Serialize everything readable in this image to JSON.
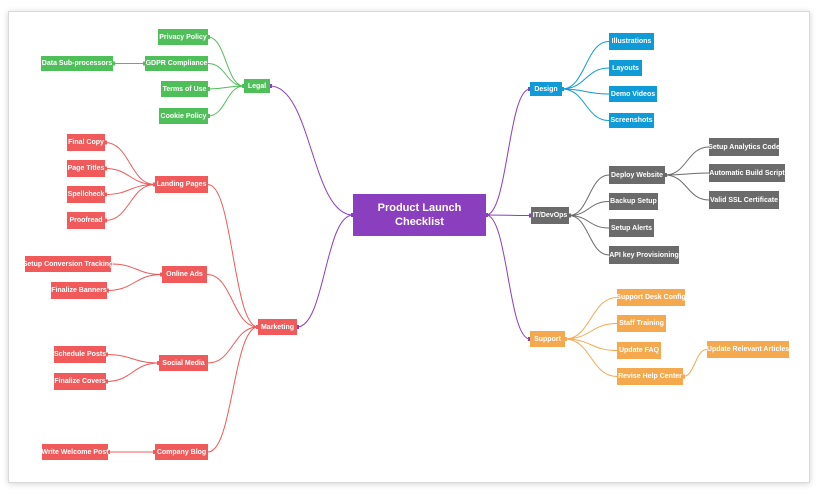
{
  "root": {
    "line1": "Product Launch",
    "line2": "Checklist"
  },
  "colors": {
    "root": "#8a3fbf",
    "legal": "#4fbf5a",
    "design": "#0f9ad8",
    "itdevops": "#6b6b6b",
    "support": "#f5a94f",
    "marketing": "#f05a5a"
  },
  "branches": {
    "legal": {
      "label": "Legal",
      "children": [
        "Privacy Policy",
        "GDPR Compliance",
        "Terms of Use",
        "Cookie Policy"
      ],
      "gdpr_child": "Data Sub-processors"
    },
    "design": {
      "label": "Design",
      "children": [
        "Illustrations",
        "Layouts",
        "Demo Videos",
        "Screenshots"
      ]
    },
    "itdevops": {
      "label": "IT/DevOps",
      "children": [
        "Deploy Website",
        "Backup Setup",
        "Setup Alerts",
        "API key Provisioning"
      ],
      "deploy_children": [
        "Setup Analytics Code",
        "Automatic Build Script",
        "Valid SSL Certificate"
      ]
    },
    "support": {
      "label": "Support",
      "children": [
        "Support Desk Config",
        "Staff Training",
        "Update FAQ",
        "Revise Help Center"
      ],
      "help_child": "Update Relevant Articles"
    },
    "marketing": {
      "label": "Marketing",
      "landing": {
        "label": "Landing Pages",
        "children": [
          "Final Copy",
          "Page Titles",
          "Spellcheck",
          "Proofread"
        ]
      },
      "ads": {
        "label": "Online Ads",
        "children": [
          "Setup Conversion Tracking",
          "Finalize Banners"
        ]
      },
      "social": {
        "label": "Social Media",
        "children": [
          "Schedule Posts",
          "Finalize Covers"
        ]
      },
      "blog": {
        "label": "Company Blog",
        "children": [
          "Write Welcome Post"
        ]
      }
    }
  }
}
